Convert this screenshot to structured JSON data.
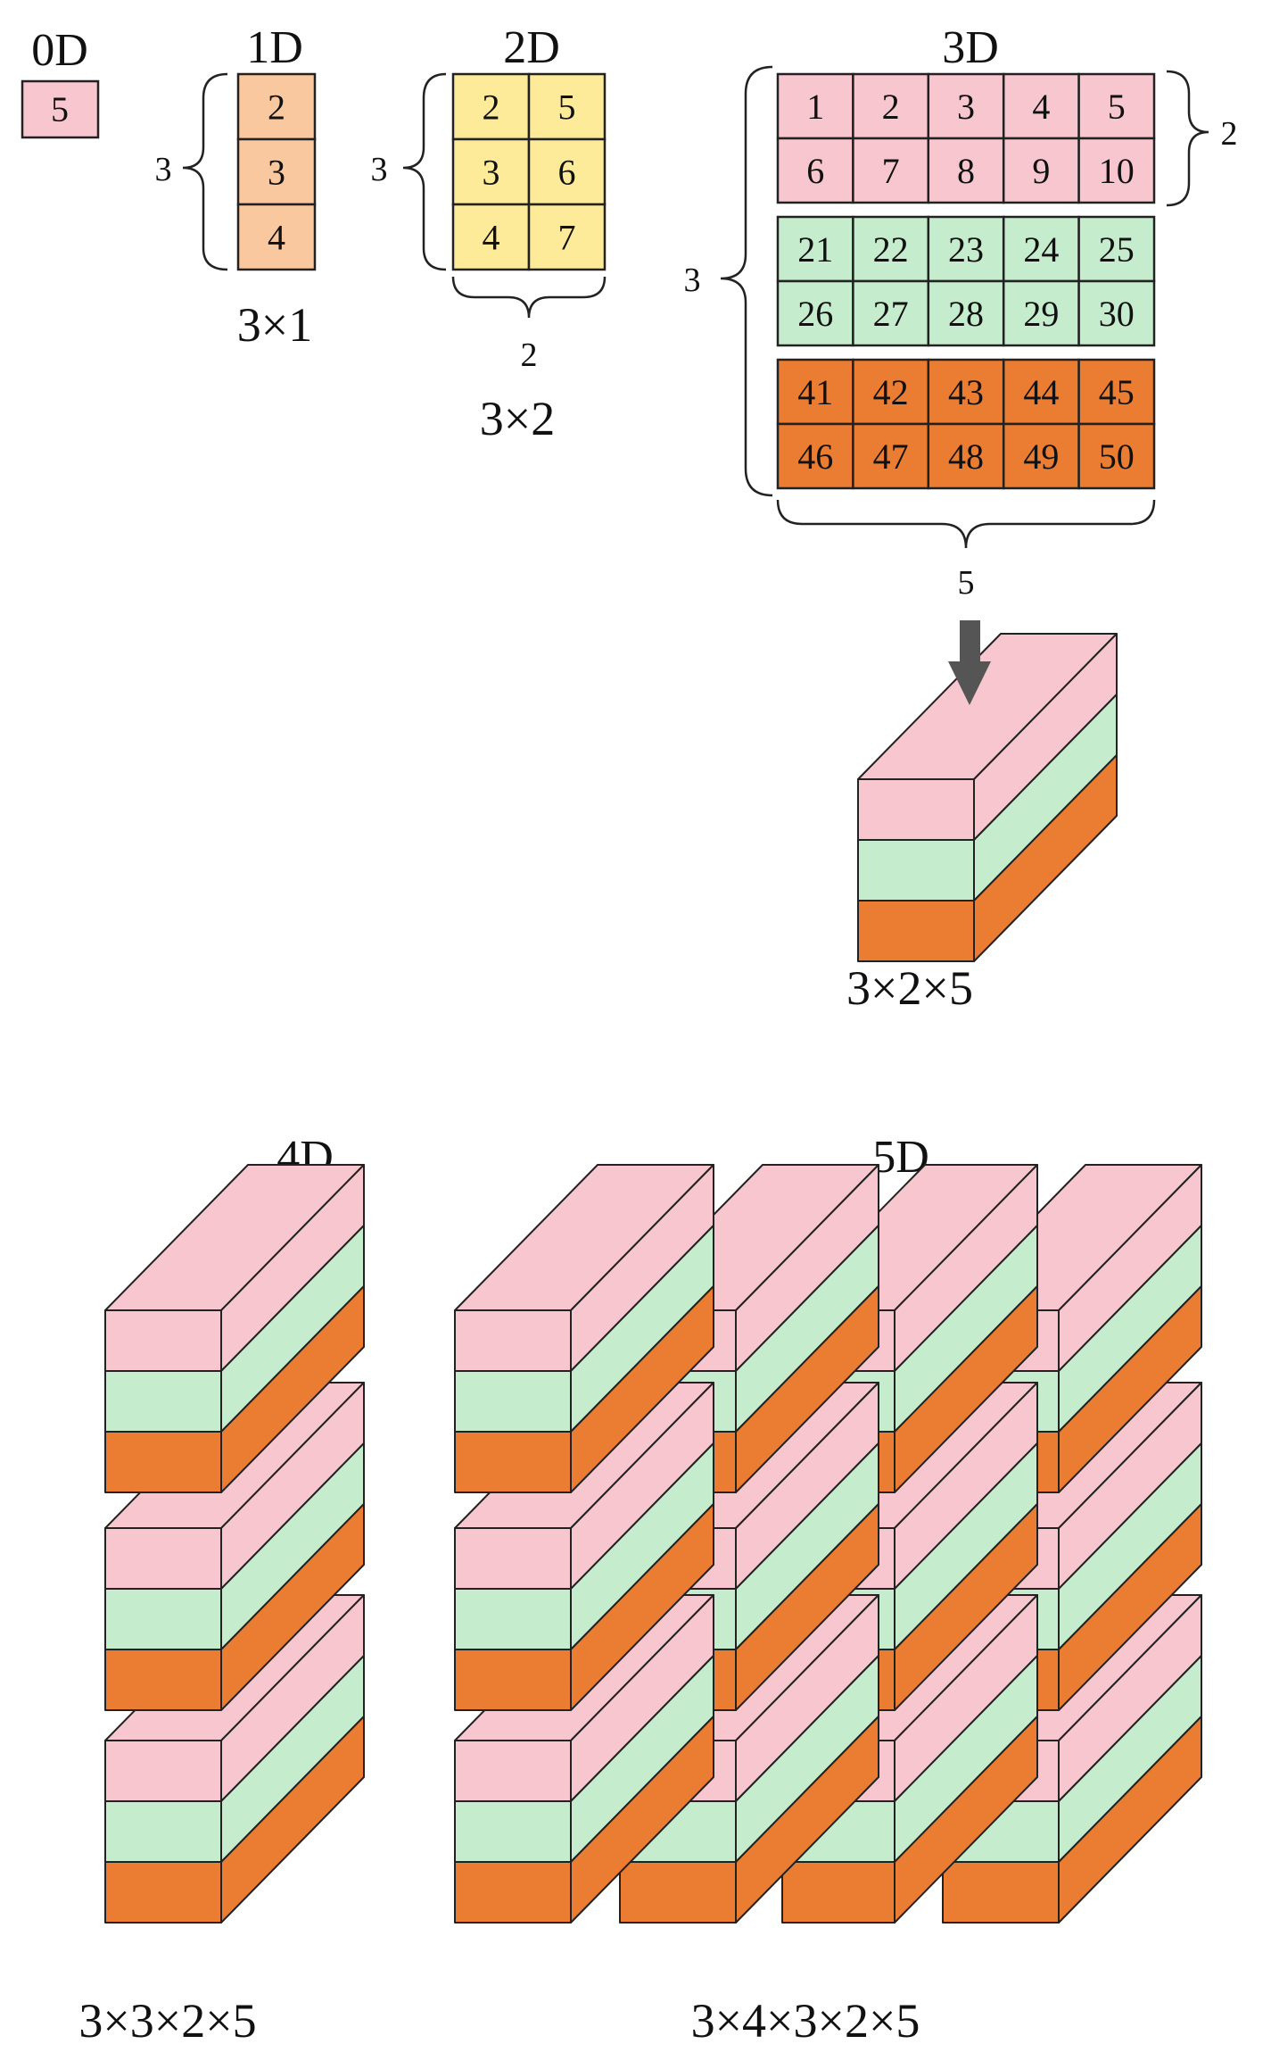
{
  "colors": {
    "pink": "#F8C6CF",
    "orange_light": "#F9C89E",
    "yellow": "#FDEB9A",
    "green": "#C6ECCE",
    "orange": "#EB7D33",
    "arrow": "#555555",
    "stroke": "#222222"
  },
  "zeroD": {
    "title": "0D",
    "value": "5"
  },
  "oneD": {
    "title": "1D",
    "values": [
      "2",
      "3",
      "4"
    ],
    "count": "3",
    "shape": "3×1"
  },
  "twoD": {
    "title": "2D",
    "rows": [
      [
        "2",
        "5"
      ],
      [
        "3",
        "6"
      ],
      [
        "4",
        "7"
      ]
    ],
    "row_count": "3",
    "col_count": "2",
    "shape": "3×2"
  },
  "threeD": {
    "title": "3D",
    "layers": [
      {
        "color": "pink",
        "rows": [
          [
            "1",
            "2",
            "3",
            "4",
            "5"
          ],
          [
            "6",
            "7",
            "8",
            "9",
            "10"
          ]
        ]
      },
      {
        "color": "green",
        "rows": [
          [
            "21",
            "22",
            "23",
            "24",
            "25"
          ],
          [
            "26",
            "27",
            "28",
            "29",
            "30"
          ]
        ]
      },
      {
        "color": "orange",
        "rows": [
          [
            "41",
            "42",
            "43",
            "44",
            "45"
          ],
          [
            "46",
            "47",
            "48",
            "49",
            "50"
          ]
        ]
      }
    ],
    "row_count": "2",
    "layer_count": "3",
    "col_count": "5",
    "block_shape": "3×2×5"
  },
  "fourD": {
    "title": "4D",
    "shape": "3×3×2×5"
  },
  "fiveD": {
    "title": "5D",
    "shape": "3×4×3×2×5"
  }
}
